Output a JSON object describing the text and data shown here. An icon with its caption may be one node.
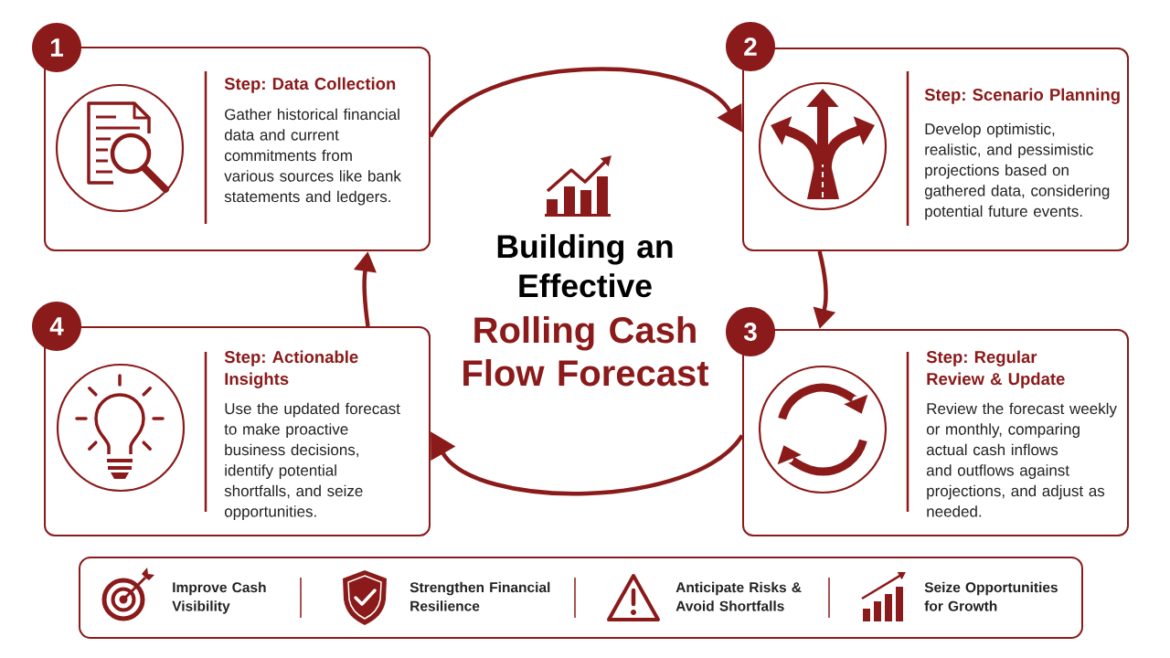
{
  "diagram": {
    "title": "Building an Effective",
    "nodes": [
      {
        "text": [
          "1"
        ]
      },
      {
        "text": [
          "Step: Data Collection",
          "Gather historical financial data and current commitments from various sources like bank statements and ledgers."
        ]
      },
      {
        "text": [
          "2"
        ]
      },
      {
        "text": [
          "Step: Scenario Planning",
          "Develop optimistic, realistic, and pessimistic projections based on gathered data, considering potential future events."
        ]
      },
      {
        "text": [
          "3"
        ]
      },
      {
        "text": [
          "Step: Regular Review & Update",
          "Review the forecast weekly or monthly, comparing actual cash inflows and outflows against projections, and adjust as needed."
        ]
      },
      {
        "text": [
          "4"
        ]
      },
      {
        "text": [
          "Step: Actionable Insights",
          "Use the updated forecast to make proactive business decisions, identify potential shortfalls, and seize opportunities."
        ]
      },
      {
        "text": [
          "Improve Cash Visibility",
          "Strengthen Financial Resilience",
          "Anticipate Risks & Avoid Shortfalls",
          "Seize Opportunities for Growth"
        ]
      }
    ],
    "edges": [
      {
        "from": 1,
        "to": 3,
        "arrow": "to"
      },
      {
        "from": 3,
        "to": 5,
        "arrow": "to"
      },
      {
        "from": 5,
        "to": 7,
        "arrow": "to"
      },
      {
        "from": 7,
        "to": 1,
        "arrow": "to"
      }
    ],
    "labels": [
      "Rolling Cash Flow Forecast"
    ]
  }
}
